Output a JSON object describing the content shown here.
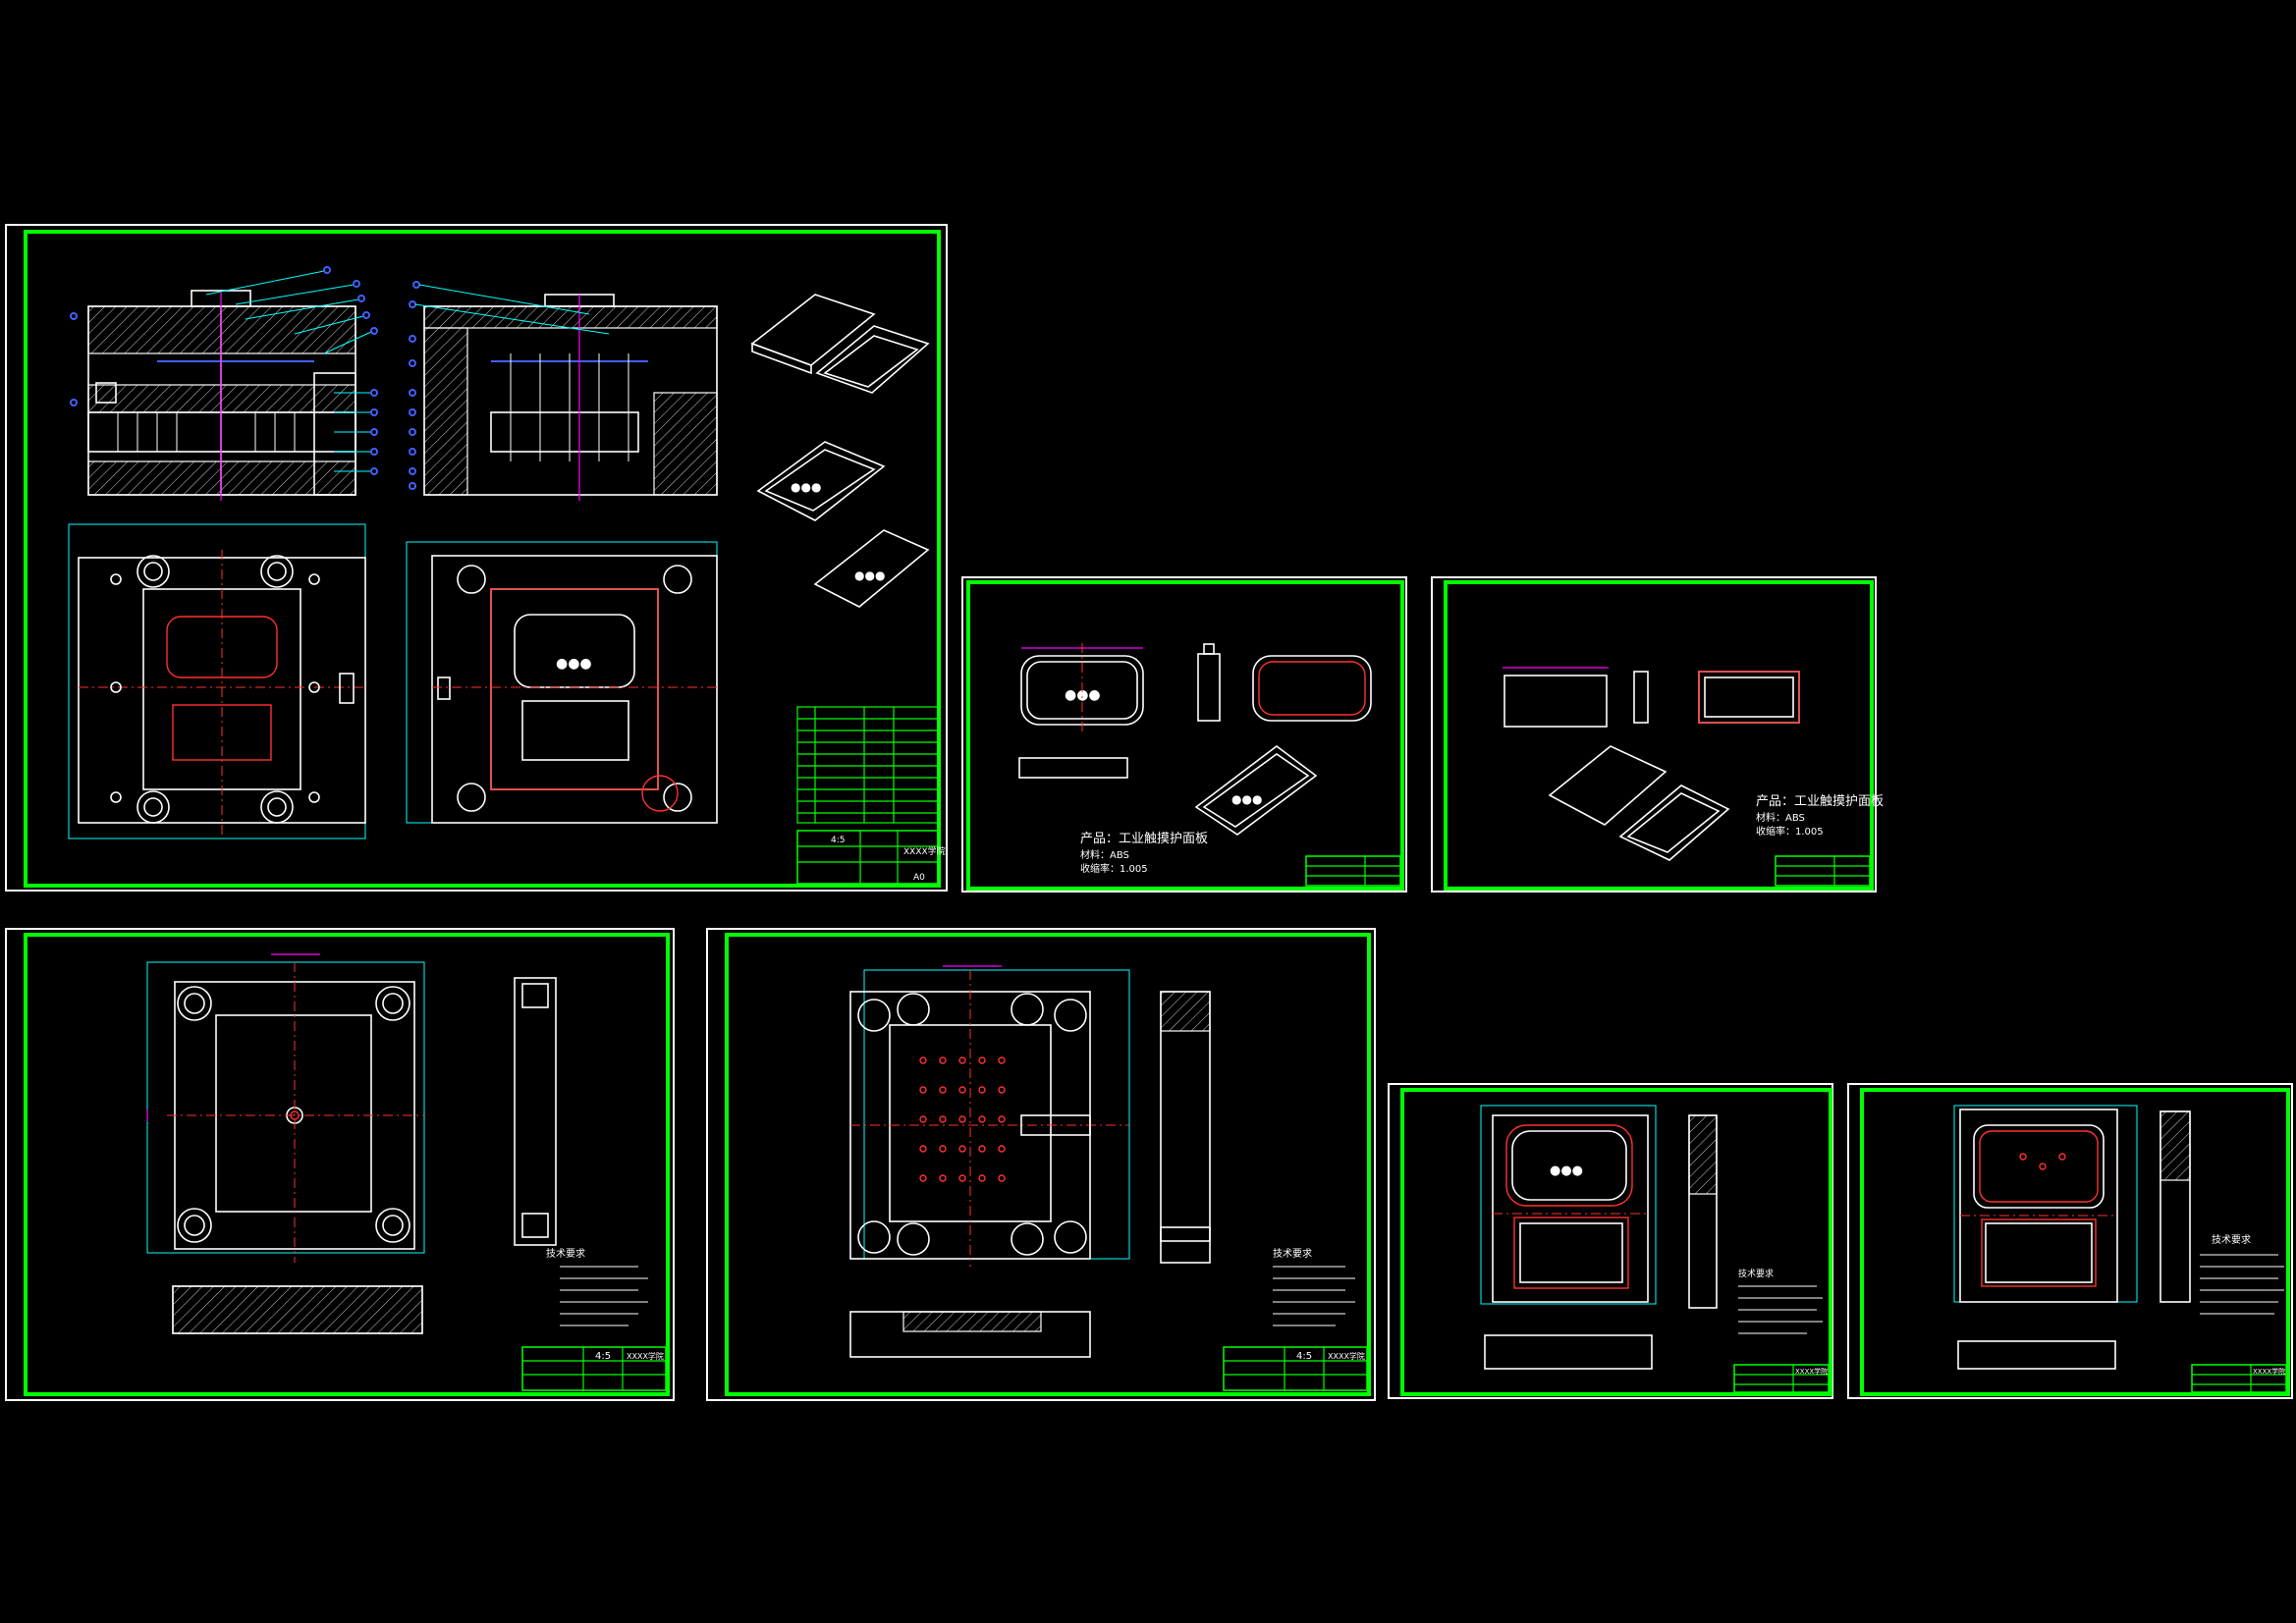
{
  "sheets": [
    {
      "id": "assembly",
      "title_block": {
        "scale": "4:5",
        "company": "XXXX学院",
        "drawing_no": "A0"
      }
    },
    {
      "id": "product-a",
      "product_label": "产品：工业触摸护面板",
      "material_label": "材料：ABS",
      "shrink_label": "收缩率：1.005"
    },
    {
      "id": "product-b",
      "product_label": "产品：工业触摸护面板",
      "material_label": "材料：ABS",
      "shrink_label": "收缩率：1.005"
    },
    {
      "id": "plate-1",
      "title_block": {
        "scale": "4:5",
        "company": "XXXX学院"
      }
    },
    {
      "id": "plate-2",
      "title_block": {
        "scale": "4:5",
        "company": "XXXX学院"
      }
    },
    {
      "id": "cavity-1",
      "title_block": {
        "company": "XXXX学院"
      }
    },
    {
      "id": "cavity-2",
      "title_block": {
        "company": "XXXX学院"
      }
    }
  ],
  "notes_heading": "技术要求",
  "legend_dot": "●●●",
  "colors": {
    "background": "#000000",
    "border": "#00ff00",
    "line": "#ffffff",
    "dimension": "#ff00ff",
    "center": "#ff3030",
    "aux": "#00ffff"
  }
}
